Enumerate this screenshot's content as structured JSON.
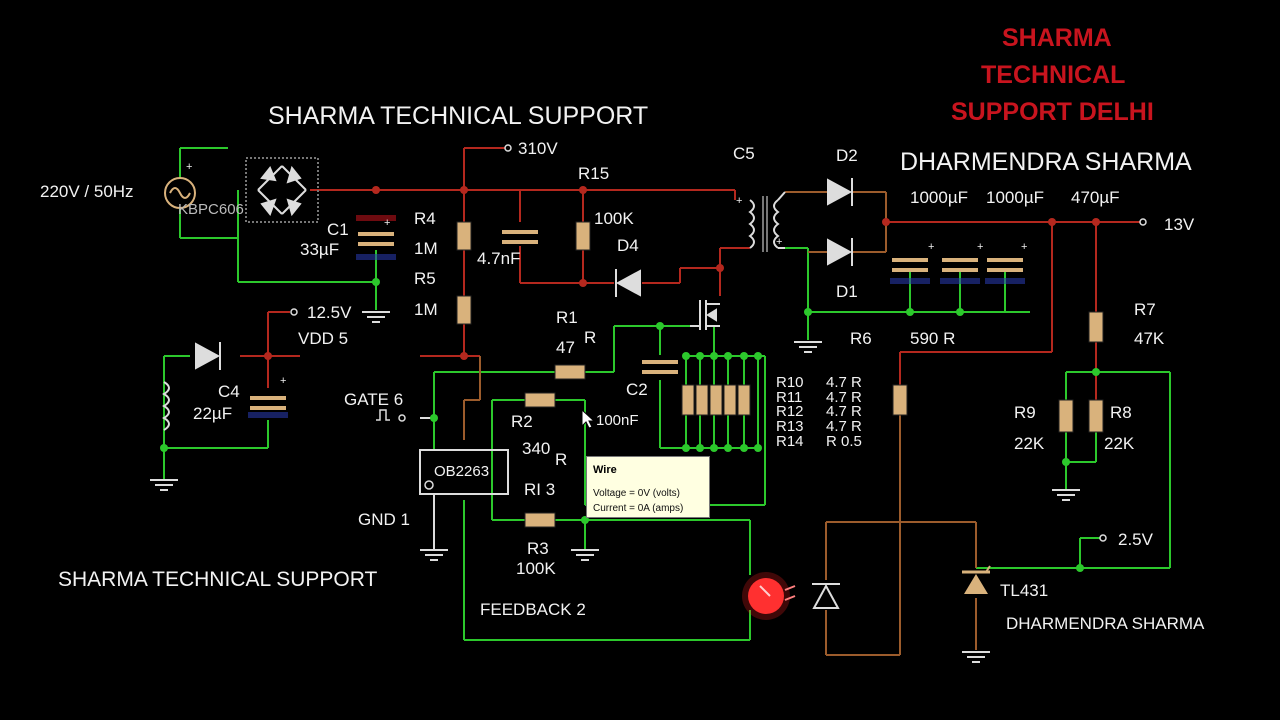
{
  "titles": {
    "support_top": "SHARMA TECHNICAL SUPPORT",
    "support_bottom": "SHARMA TECHNICAL SUPPORT",
    "dharmendra_top": "DHARMENDRA SHARMA",
    "dharmendra_bottom": "DHARMENDRA SHARMA",
    "delhi_line1": "SHARMA",
    "delhi_line2": "TECHNICAL",
    "delhi_line3": "SUPPORT DELHI"
  },
  "labels": {
    "ac_source": "220V / 50Hz",
    "bridge": "KBPC606",
    "v310": "310V",
    "v13": "13V",
    "v125": "12.5V",
    "vdd": "VDD 5",
    "gate": "GATE 6",
    "gnd": "GND 1",
    "feedback": "FEEDBACK 2",
    "ri": "RI 3",
    "ic": "OB2263",
    "v25": "2.5V",
    "tl431": "TL431"
  },
  "components": {
    "c1_name": "C1",
    "c1_val": "33µF",
    "r4_name": "R4",
    "r4_val": "1M",
    "r5_name": "R5",
    "r5_val": "1M",
    "c_snub": "4.7nF",
    "r15_name": "R15",
    "r15_val": "100K",
    "d4": "D4",
    "c5": "C5",
    "d2": "D2",
    "d1": "D1",
    "cap1": "1000µF",
    "cap2": "1000µF",
    "cap3": "470µF",
    "r6_name": "R6",
    "r6_val": "590",
    "r7_name": "R7",
    "r7_val": "47K",
    "r9_name": "R9",
    "r9_val": "22K",
    "r8_name": "R8",
    "r8_val": "22K",
    "r1_name": "R1",
    "r1_val": "47",
    "r_unit": "R",
    "c2": "C2",
    "c2_val": "100nF",
    "r2_name": "R2",
    "r2_val": "340",
    "r3_name": "R3",
    "r3_val": "100K",
    "c4_name": "C4",
    "c4_val": "22µF",
    "sense": [
      {
        "name": "R10",
        "val": "4.7 R"
      },
      {
        "name": "R11",
        "val": "4.7 R"
      },
      {
        "name": "R12",
        "val": "4.7 R"
      },
      {
        "name": "R13",
        "val": "4.7 R"
      },
      {
        "name": "R14",
        "val": "R 0.5"
      }
    ]
  },
  "tooltip": {
    "title": "Wire",
    "voltage": "Voltage = 0V (volts)",
    "current": "Current = 0A (amps)"
  },
  "colors": {
    "wire_red": "#b4281e",
    "wire_green": "#2cc82c",
    "wire_brown": "#9c5c2c",
    "accent_red": "#c8141e",
    "led_red": "#ff2020",
    "component_tan": "#d9b27c"
  }
}
